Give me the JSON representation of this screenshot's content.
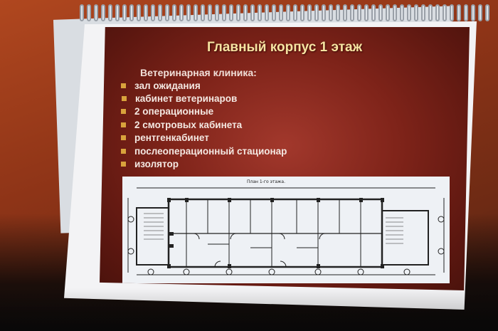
{
  "slide": {
    "title": "Главный корпус 1 этаж",
    "subheading": "Ветеринарная клиника:",
    "items": [
      "зал ожидания",
      "кабинет ветеринаров",
      "2 операционные",
      "2 смотровых кабинета",
      "рентгенкабинет",
      "послеоперационный стационар",
      "изолятор"
    ],
    "plan_caption": "План 1-го этажа."
  },
  "colors": {
    "slide_background": "#7e2319",
    "title_text": "#f6e4a2",
    "bullet": "#d9a33c",
    "desk": "#9a3a18"
  }
}
